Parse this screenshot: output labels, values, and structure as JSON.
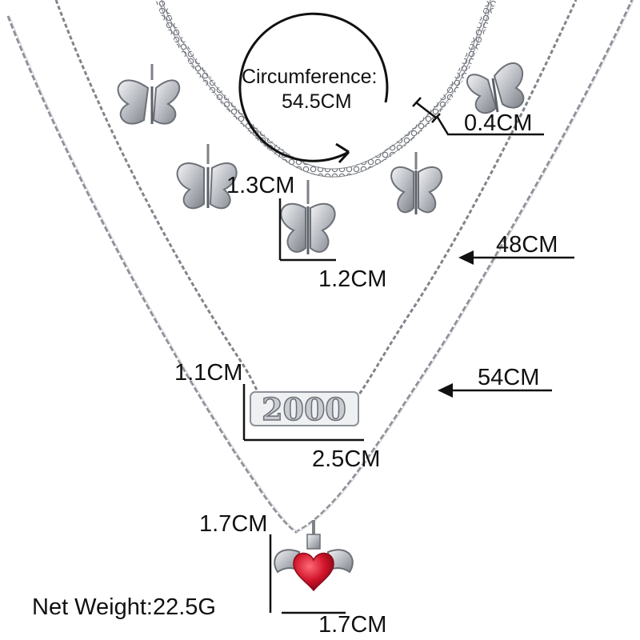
{
  "circumference": {
    "label": "Circumference:",
    "value": "54.5CM"
  },
  "dimensions": {
    "rhinestone_width": "0.4CM",
    "butterfly_height": "1.3CM",
    "butterfly_width": "1.2CM",
    "chain_middle": "48CM",
    "number_height": "1.1CM",
    "chain_long": "54CM",
    "number_width": "2.5CM",
    "heart_height": "1.7CM",
    "heart_width": "1.7CM"
  },
  "weight": {
    "label": "Net Weight:22.5G"
  },
  "pendant_text": "2000",
  "colors": {
    "metal": "#b9bcc2",
    "metal_dark": "#7d8188",
    "heart": "#d1142a",
    "text": "#111111"
  }
}
